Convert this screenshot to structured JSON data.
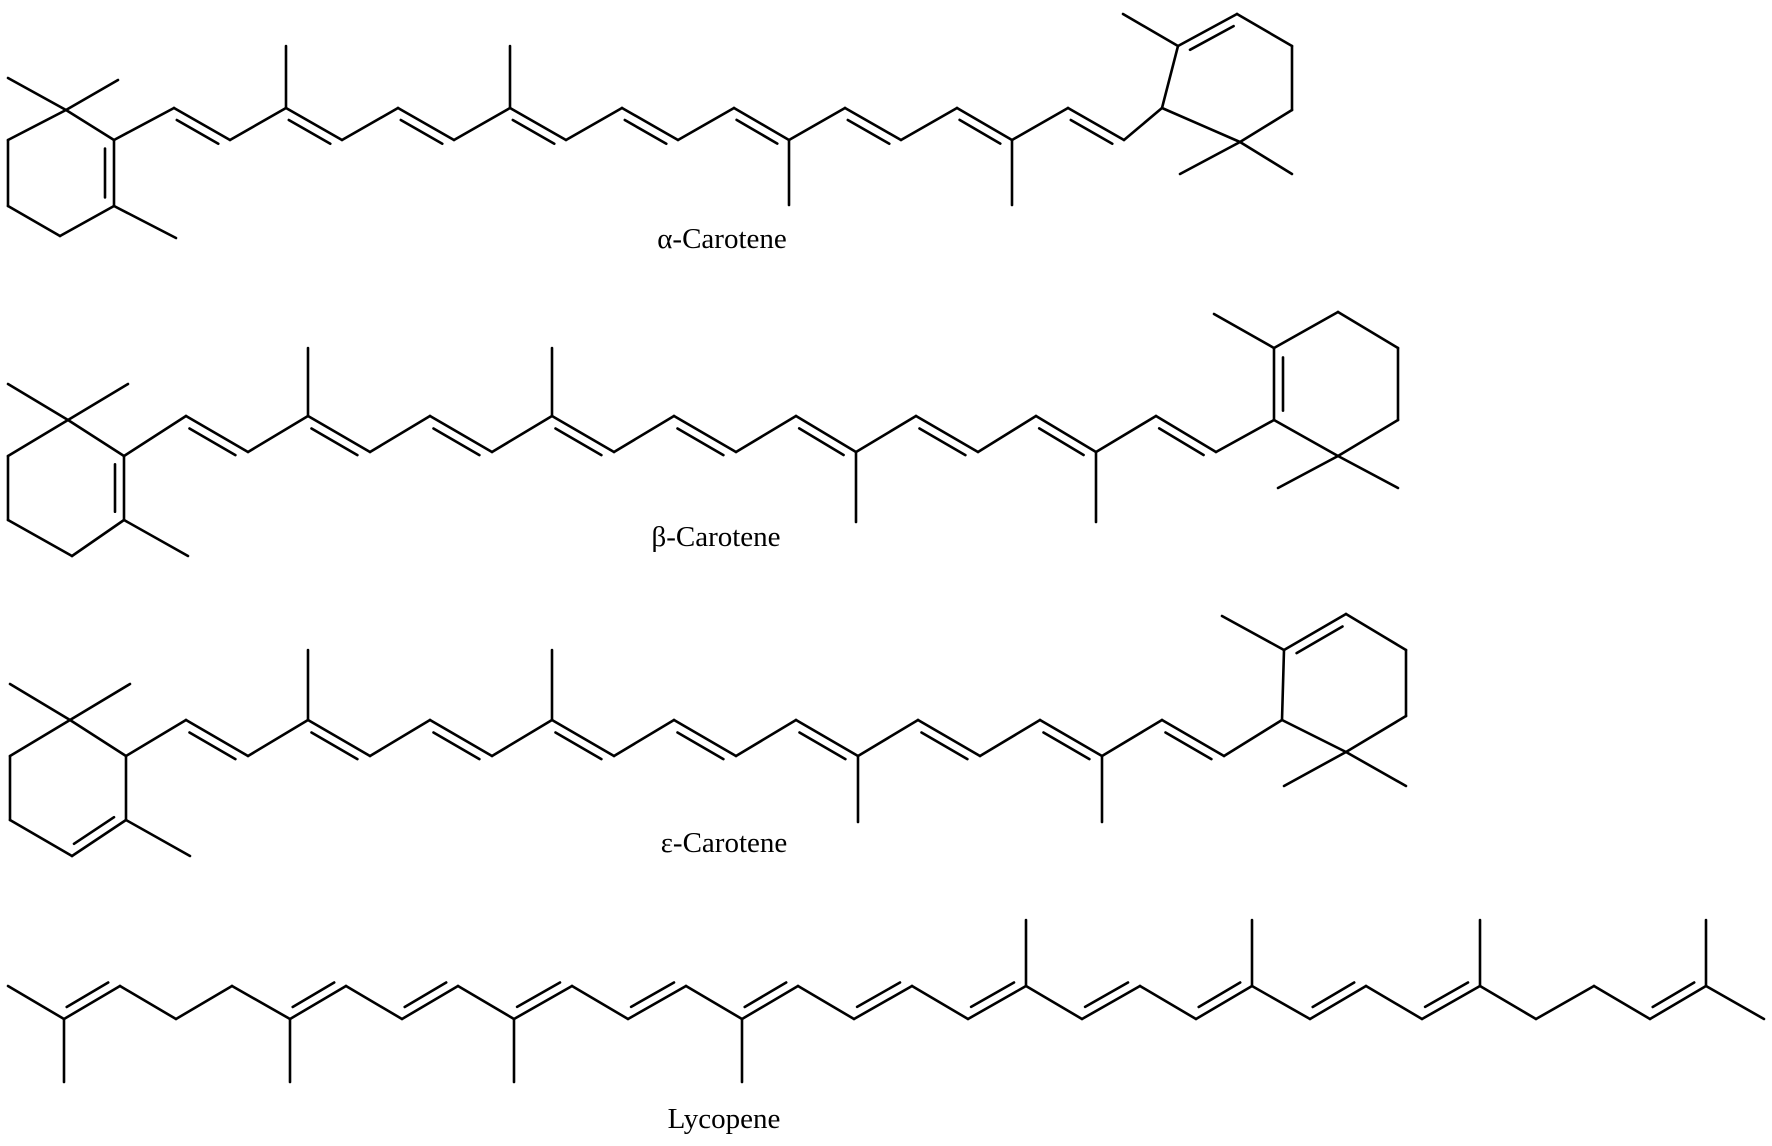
{
  "molecules": [
    {
      "name": "α-Carotene"
    },
    {
      "name": "β-Carotene"
    },
    {
      "name": "ε-Carotene"
    },
    {
      "name": "Lycopene"
    }
  ],
  "colors": {
    "bond": "#000000",
    "background": "#ffffff"
  }
}
